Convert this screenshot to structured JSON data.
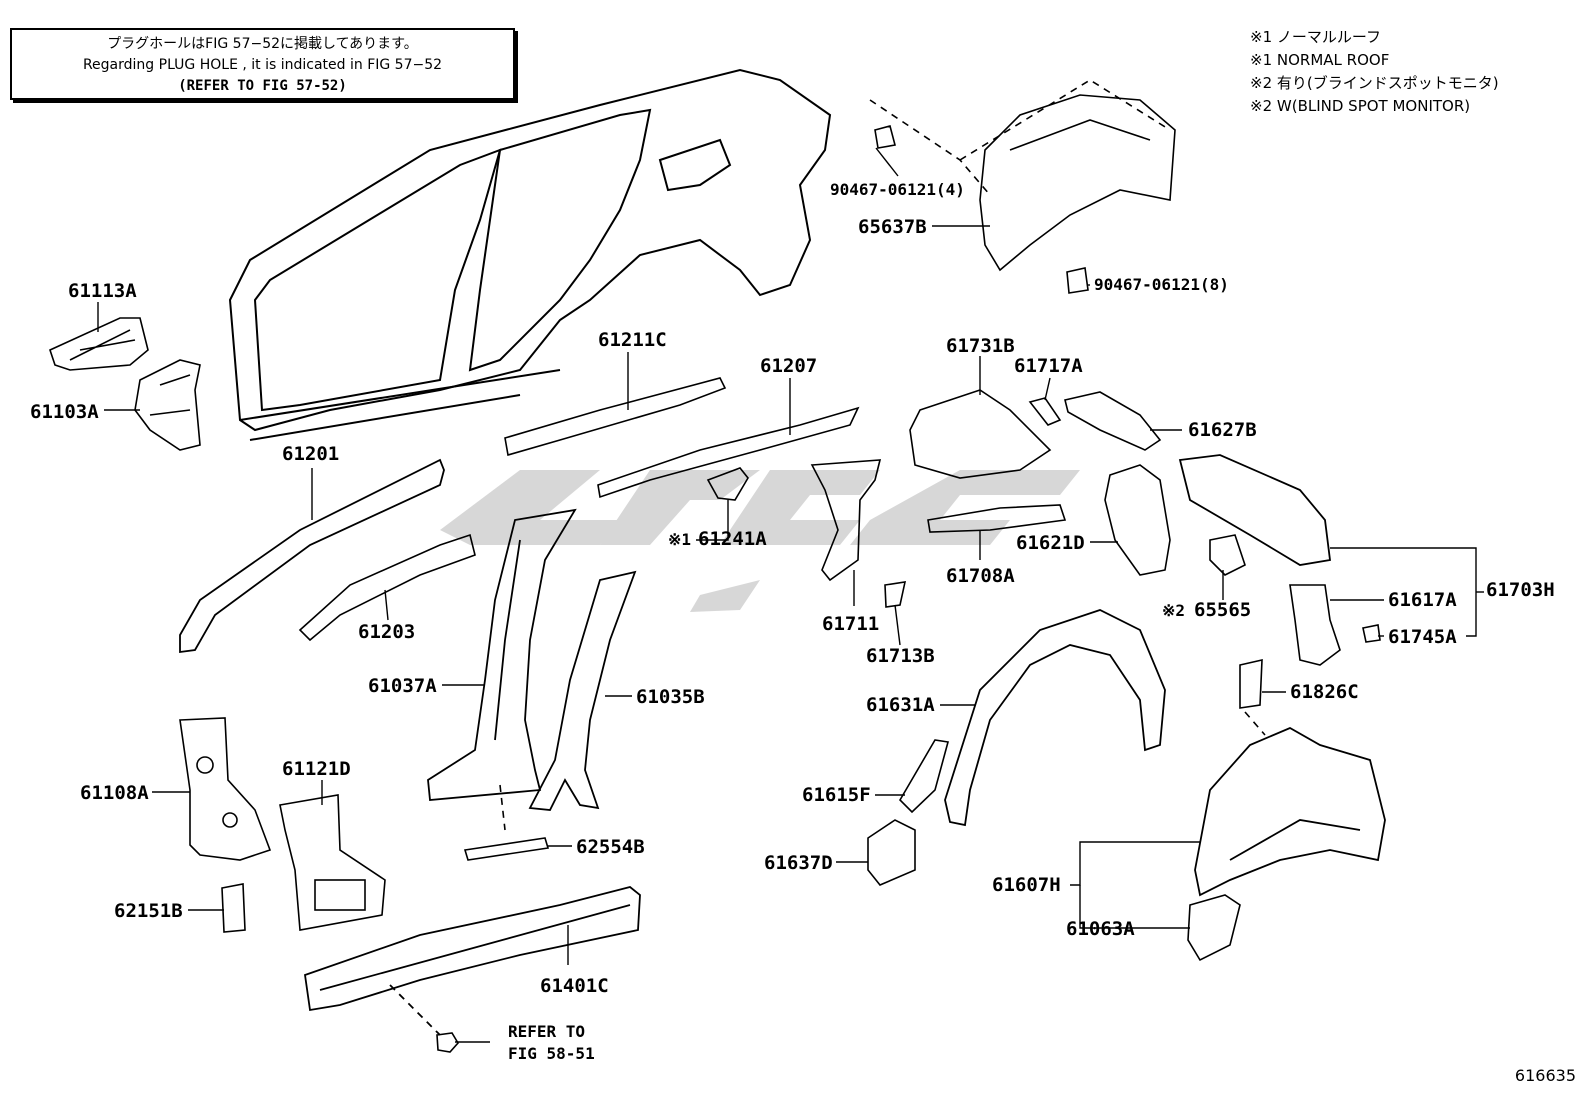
{
  "note": {
    "jp": "プラグホールはFIG 57−52に掲載してあります。",
    "en": "Regarding PLUG HOLE , it is indicated in FIG 57−52",
    "ref": "(REFER TO FIG 57-52)"
  },
  "legend": [
    "※1 ノーマルルーフ",
    "※1 NORMAL ROOF",
    "※2 有り(ブラインドスポットモニタ)",
    "※2 W(BLIND SPOT MONITOR)"
  ],
  "figure_number": "616635",
  "refer_fig": [
    "REFER TO",
    "FIG 58-51"
  ],
  "parts": {
    "p61113A": "61113A",
    "p61103A": "61103A",
    "p61201": "61201",
    "p61203": "61203",
    "p61211C": "61211C",
    "p61207": "61207",
    "p61241A": "61241A",
    "p61241A_mark": "※1",
    "p61037A": "61037A",
    "p61035B": "61035B",
    "p62554B": "62554B",
    "p61108A": "61108A",
    "p61121D": "61121D",
    "p62151B": "62151B",
    "p61401C": "61401C",
    "p90467_4": "90467-06121(4)",
    "p90467_8": "90467-06121(8)",
    "p65637B": "65637B",
    "p61731B": "61731B",
    "p61717A": "61717A",
    "p61627B": "61627B",
    "p61711": "61711",
    "p61713B": "61713B",
    "p61708A": "61708A",
    "p61621D": "61621D",
    "p65565": "65565",
    "p65565_mark": "※2",
    "p61617A": "61617A",
    "p61745A": "61745A",
    "p61703H": "61703H",
    "p61826C": "61826C",
    "p61631A": "61631A",
    "p61615F": "61615F",
    "p61637D": "61637D",
    "p61607H": "61607H",
    "p61063A": "61063A"
  }
}
